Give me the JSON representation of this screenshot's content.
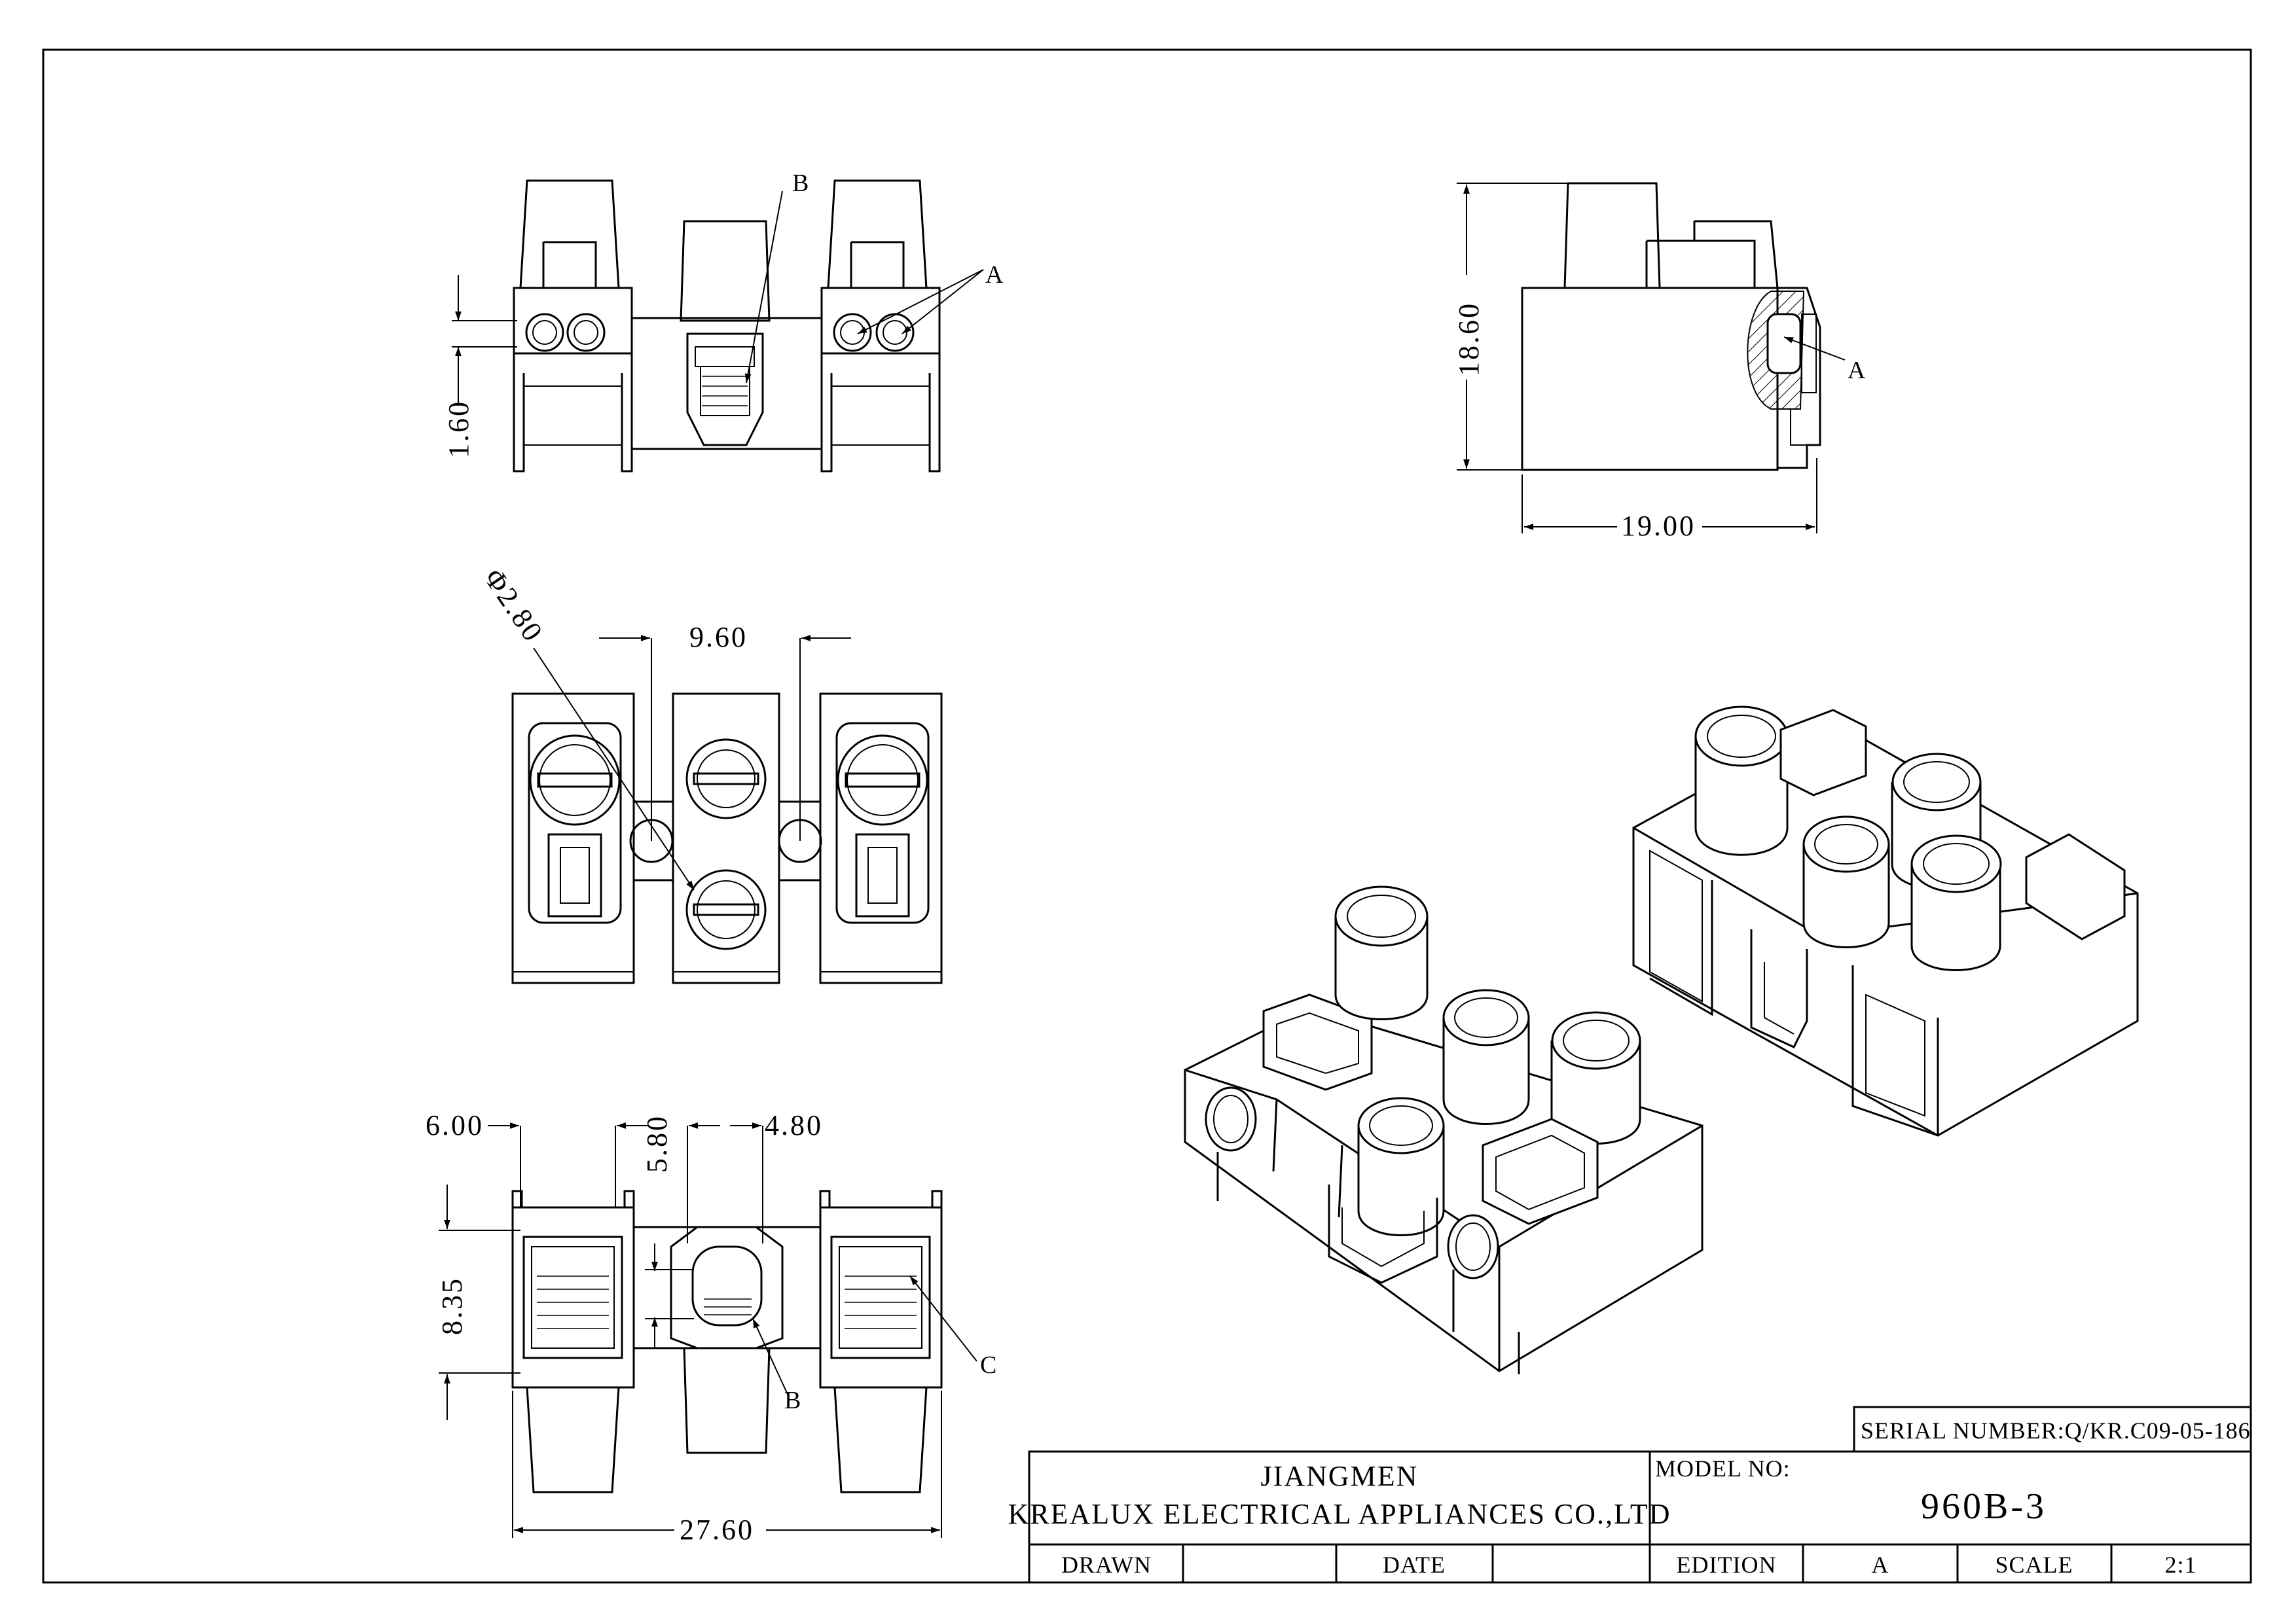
{
  "dimensions": {
    "d_1_60": "1.60",
    "d_18_60": "18.60",
    "d_19_00": "19.00",
    "d_phi_2_80": "Φ2.80",
    "d_9_60": "9.60",
    "d_6_00": "6.00",
    "d_4_80": "4.80",
    "d_5_80": "5.80",
    "d_8_35": "8.35",
    "d_27_60": "27.60"
  },
  "callouts": {
    "a_top": "A",
    "b_top": "B",
    "a_side": "A",
    "b_bottom": "B",
    "c_bottom": "C"
  },
  "title_block": {
    "serial_number": "SERIAL NUMBER:Q/KR.C09-05-186",
    "company_line1": "JIANGMEN",
    "company_line2": "KREALUX ELECTRICAL APPLIANCES CO.,LTD",
    "model_label": "MODEL NO:",
    "model_value": "960B-3",
    "drawn_label": "DRAWN",
    "drawn_value": "",
    "date_label": "DATE",
    "date_value": "",
    "edition_label": "EDITION",
    "edition_value": "A",
    "scale_label": "SCALE",
    "scale_value": "2:1"
  }
}
